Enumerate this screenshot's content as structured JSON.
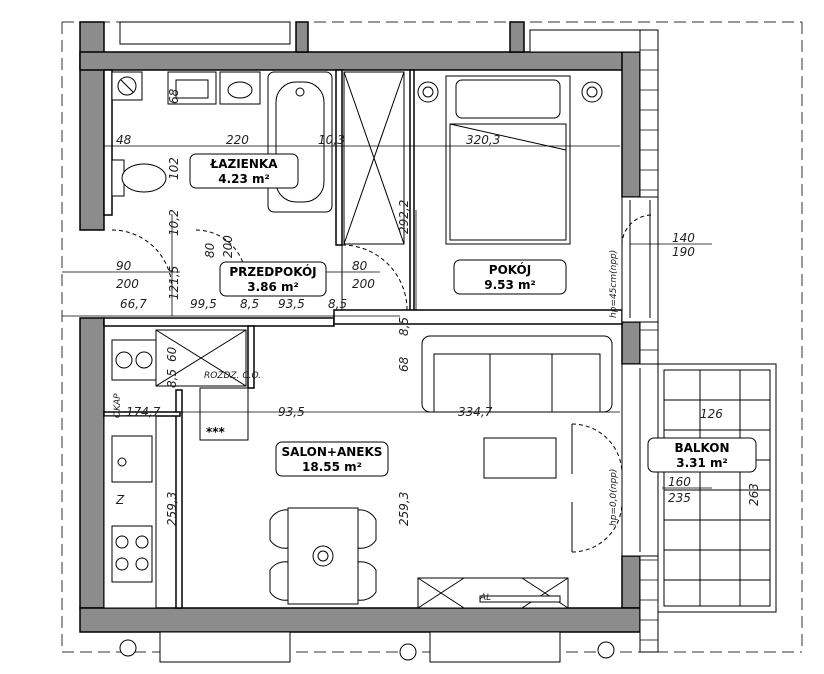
{
  "rooms": {
    "bath": {
      "name": "ŁAZIENKA",
      "area": "4.23 m²"
    },
    "hall": {
      "name": "PRZEDPOKÓJ",
      "area": "3.86 m²"
    },
    "room": {
      "name": "POKÓJ",
      "area": "9.53 m²"
    },
    "salon": {
      "name": "SALON+ANEKS",
      "area": "18.55 m²"
    },
    "balcony": {
      "name": "BALKON",
      "area": "3.31 m²"
    }
  },
  "dims": {
    "d48": "48",
    "d220": "220",
    "d10_3": "10,3",
    "d320_3": "320,3",
    "d68a": "68",
    "d102": "102",
    "d10_2": "10,2",
    "d80a": "80",
    "d200a": "200",
    "d292_2": "292,2",
    "d90": "90",
    "d200b": "200",
    "d121_5": "121,5",
    "d80b": "80",
    "d200c": "200",
    "d66_7": "66,7",
    "d99_5": "99,5",
    "d8_5a": "8,5",
    "d93_5a": "93,5",
    "d8_5b": "8,5",
    "d8_5c": "8,5",
    "d68b": "68",
    "d60": "60",
    "d8_5d": "8,5",
    "d174_7": "174,7",
    "d93_5b": "93,5",
    "d334_7": "334,7",
    "d259_3a": "259,3",
    "d259_3b": "259,3",
    "d140": "140",
    "d190": "190",
    "d126": "126",
    "d160": "160",
    "d235": "235",
    "d263": "263"
  },
  "notes": {
    "hp45": "hp=45cm(npp)",
    "hp00": "hp=0,0(npp)",
    "rozdz": "ROZDZ. C.O.",
    "okap": "OKAP",
    "stars": "***",
    "fridge": "Z",
    "tv": "AL"
  }
}
